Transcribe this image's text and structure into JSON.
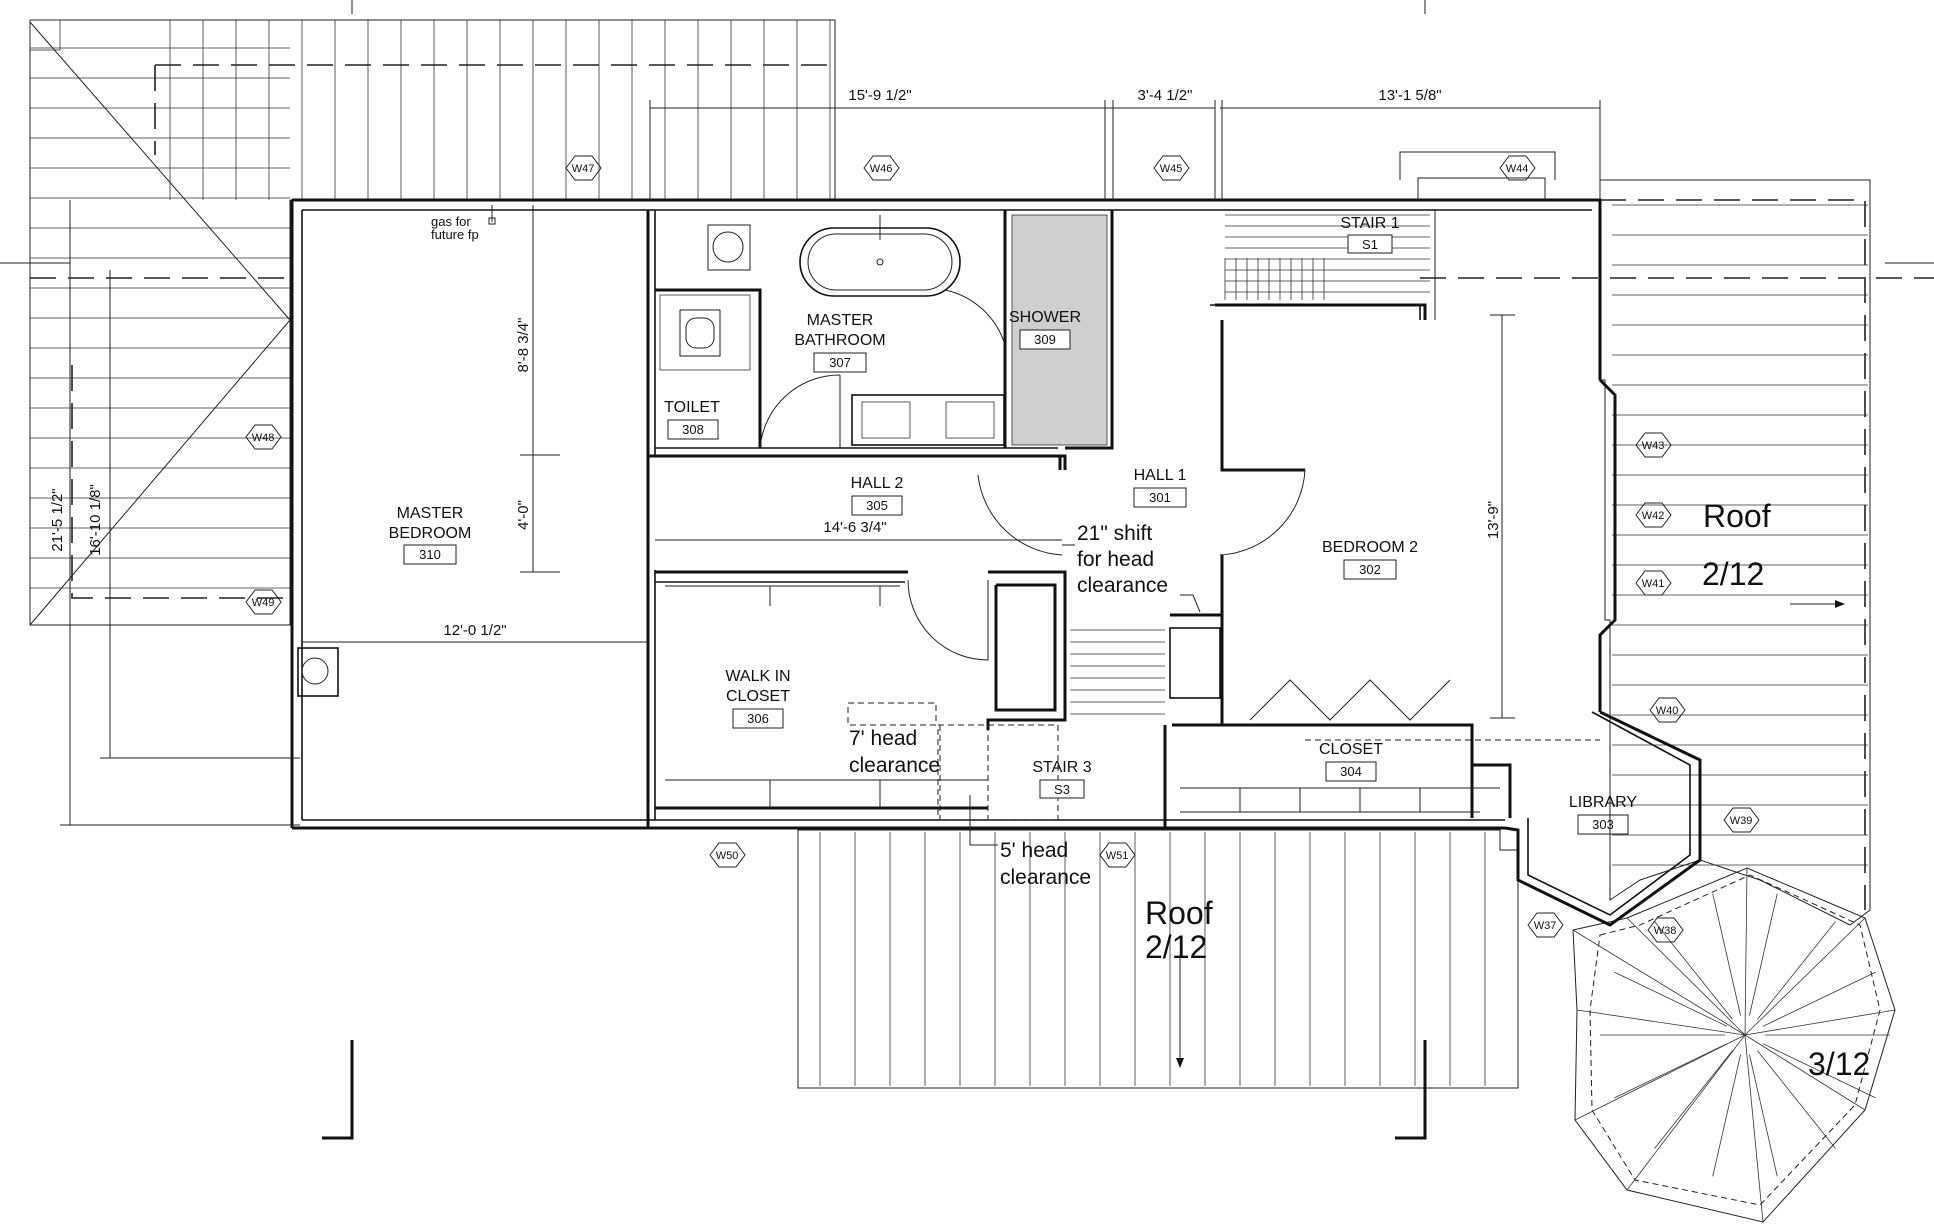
{
  "rooms": [
    {
      "id": "master-bedroom",
      "lines": [
        "MASTER",
        "BEDROOM"
      ],
      "number": "310"
    },
    {
      "id": "master-bathroom",
      "lines": [
        "MASTER",
        "BATHROOM"
      ],
      "number": "307"
    },
    {
      "id": "toilet",
      "lines": [
        "TOILET"
      ],
      "number": "308"
    },
    {
      "id": "shower",
      "lines": [
        "SHOWER"
      ],
      "number": "309"
    },
    {
      "id": "stair-1",
      "lines": [
        "STAIR 1"
      ],
      "number": "S1"
    },
    {
      "id": "hall-2",
      "lines": [
        "HALL 2"
      ],
      "number": "305"
    },
    {
      "id": "hall-1",
      "lines": [
        "HALL 1"
      ],
      "number": "301"
    },
    {
      "id": "bedroom-2",
      "lines": [
        "BEDROOM 2"
      ],
      "number": "302"
    },
    {
      "id": "walk-in-closet",
      "lines": [
        "WALK IN",
        "CLOSET"
      ],
      "number": "306"
    },
    {
      "id": "stair-3",
      "lines": [
        "STAIR 3"
      ],
      "number": "S3"
    },
    {
      "id": "closet",
      "lines": [
        "CLOSET"
      ],
      "number": "304"
    },
    {
      "id": "library",
      "lines": [
        "LIBRARY"
      ],
      "number": "303"
    }
  ],
  "dimensions": {
    "d1": "15'-9 1/2\"",
    "d2": "3'-4 1/2\"",
    "d3": "13'-1 5/8\"",
    "d4": "8'-8 3/4\"",
    "d5": "4'-0\"",
    "d6": "14'-6 3/4\"",
    "d7": "12'-0 1/2\"",
    "d8": "13'-9\"",
    "d9": "21'-5 1/2\"",
    "d10": "16'-10 1/8\""
  },
  "windows": [
    "W47",
    "W46",
    "W45",
    "W44",
    "W48",
    "W49",
    "W43",
    "W42",
    "W41",
    "W40",
    "W39",
    "W38",
    "W37",
    "W50",
    "W51"
  ],
  "notes": {
    "gas_line1": "gas for",
    "gas_line2": "future fp",
    "shift_line1": "21\" shift",
    "shift_line2": "for head",
    "shift_line3": "clearance",
    "head7_line1": "7' head",
    "head7_line2": "clearance",
    "head5_line1": "5' head",
    "head5_line2": "clearance"
  },
  "roofs": [
    {
      "id": "roof-east",
      "label": "Roof",
      "pitch": "2/12"
    },
    {
      "id": "roof-south",
      "label": "Roof",
      "pitch": "2/12"
    },
    {
      "id": "roof-library",
      "label": "",
      "pitch": "3/12"
    }
  ]
}
